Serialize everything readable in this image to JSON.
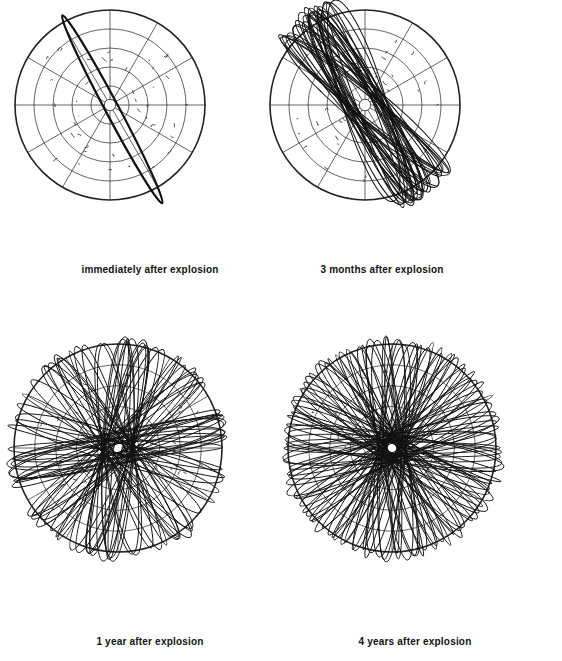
{
  "diagram": {
    "labels": [
      "immediately after explosion",
      "3 months after explosion",
      "1 year after explosion",
      "4 years after explosion"
    ]
  }
}
